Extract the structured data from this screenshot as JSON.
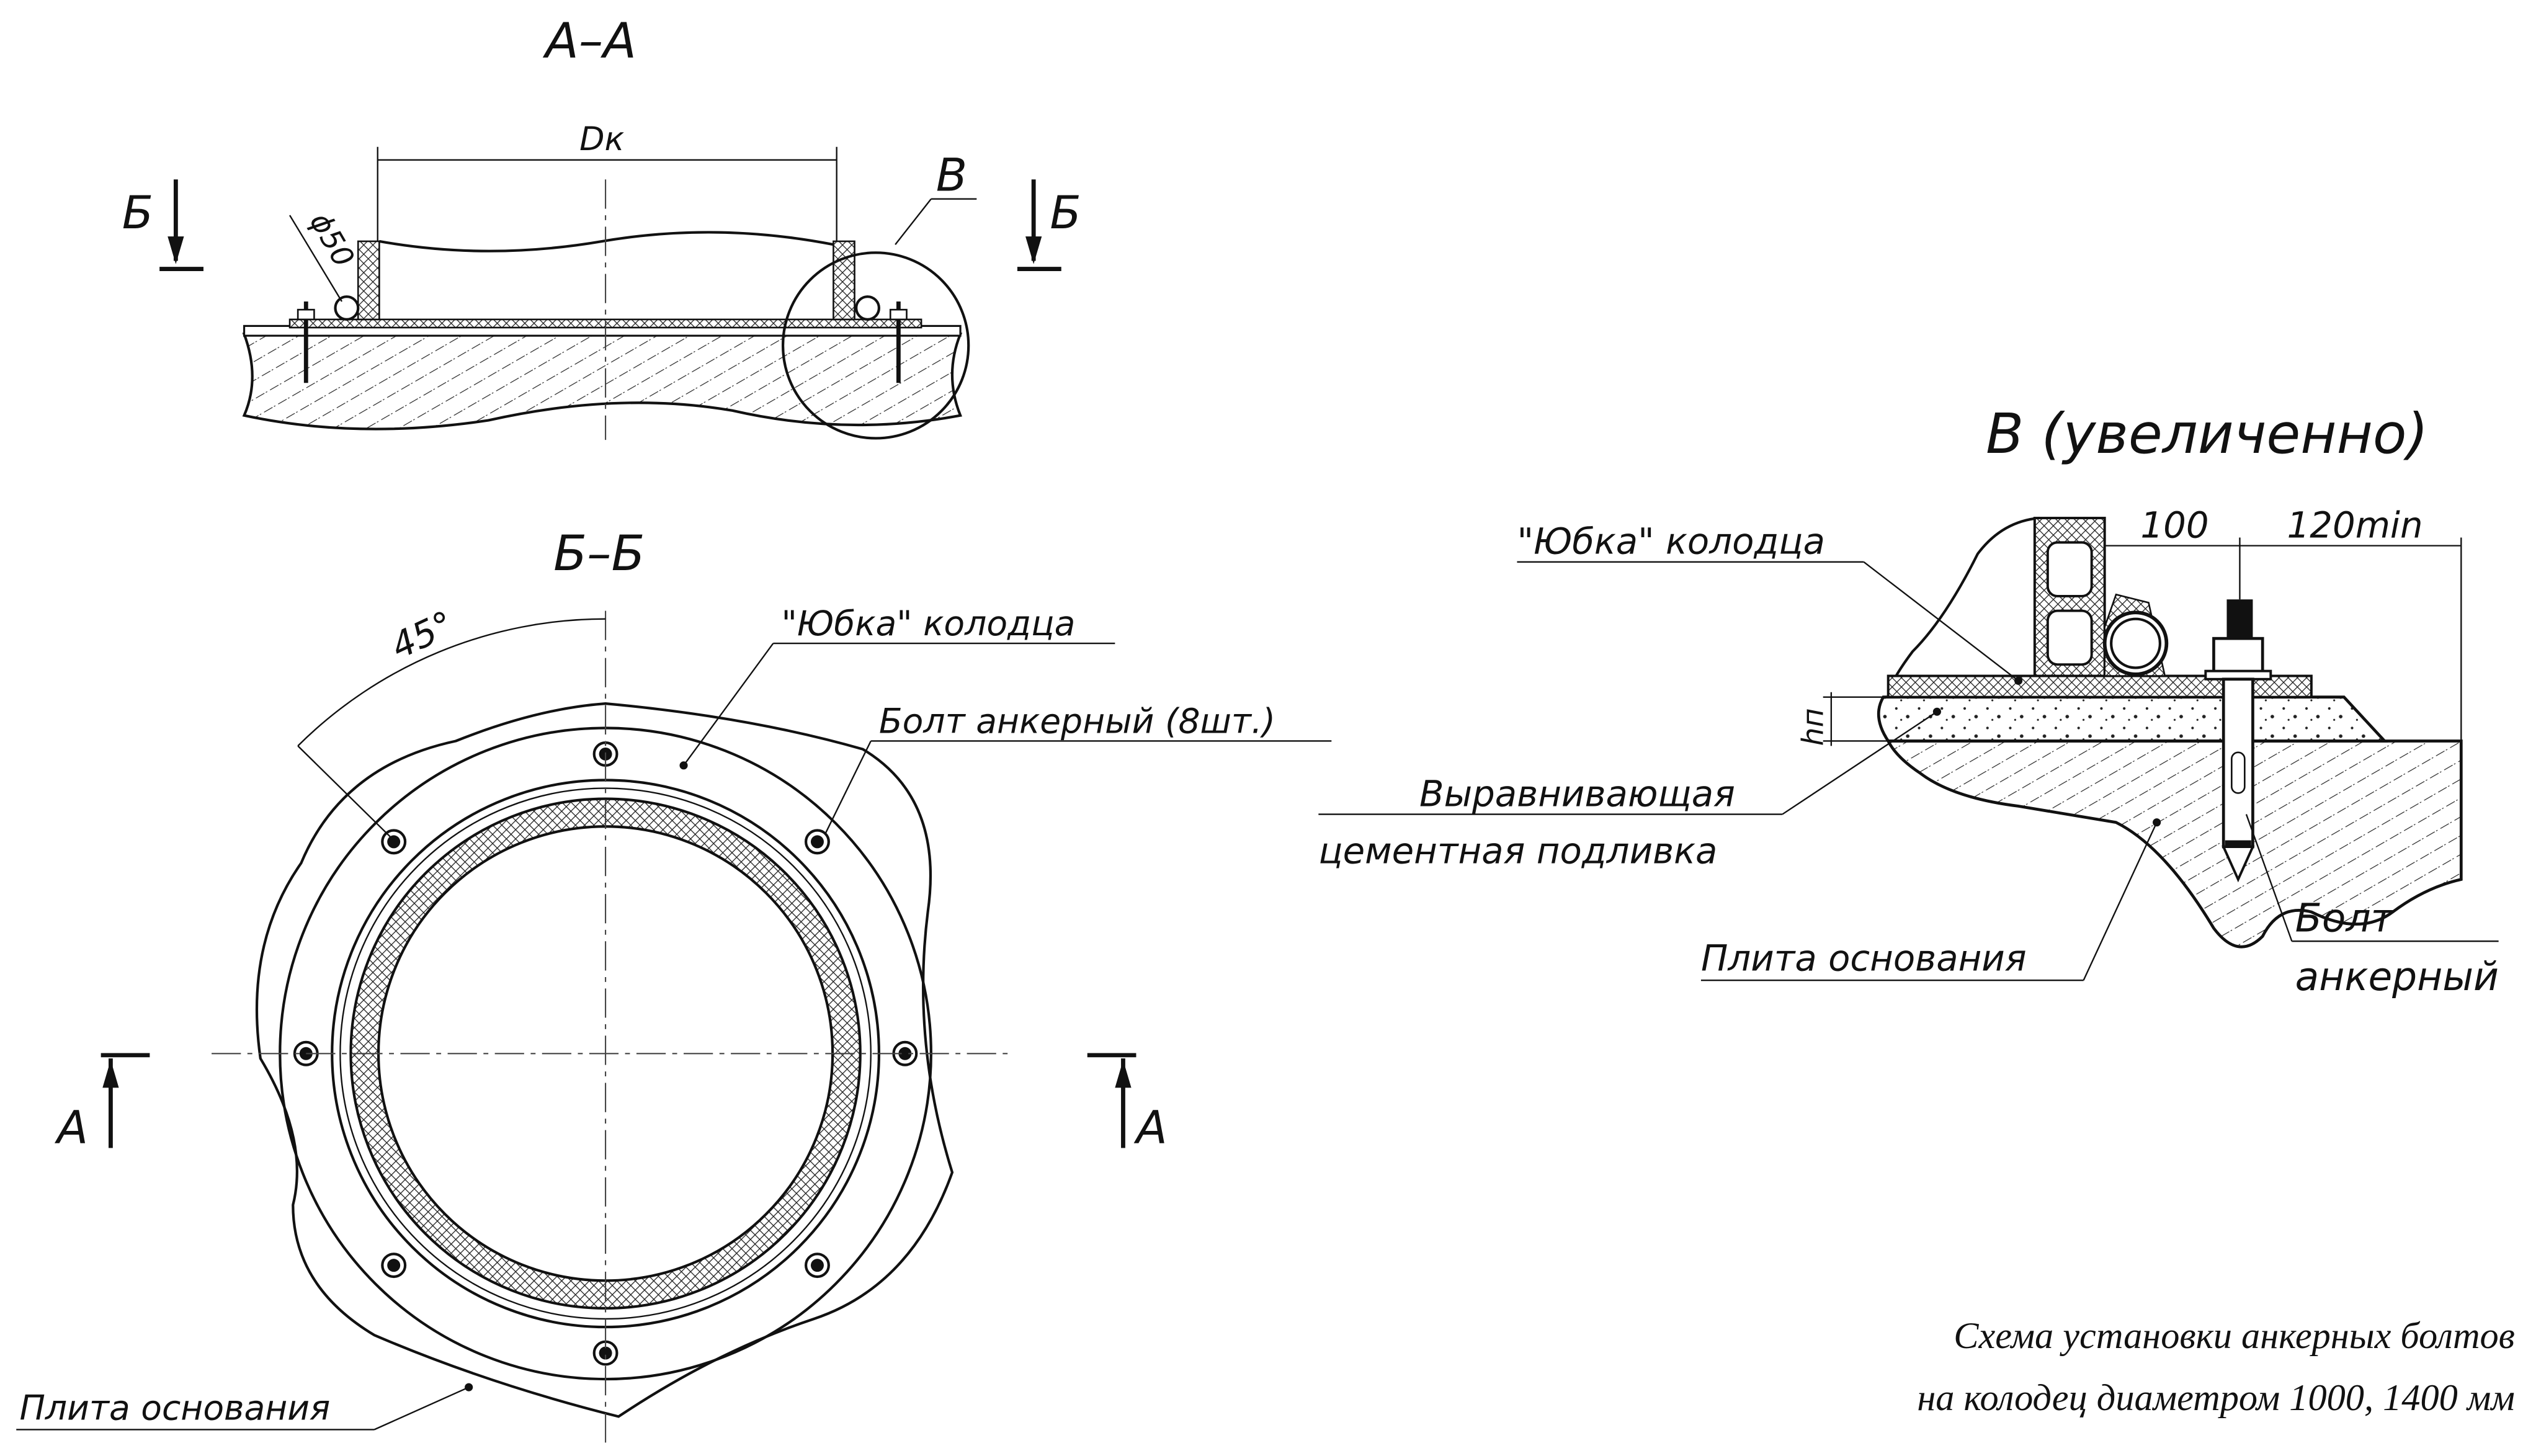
{
  "section_aa": {
    "title": "А–А",
    "dim_label": "Dк",
    "pipe_label": "ϕ50",
    "cut_left": "Б",
    "cut_right": "Б",
    "detail_ref": "В"
  },
  "section_bb": {
    "title": "Б–Б",
    "angle_label": "45°",
    "skirt_label": "\"Юбка\" колодца",
    "bolt_label": "Болт анкерный (8шт.)",
    "plate_label": "Плита основания",
    "cut_left": "А",
    "cut_right": "А"
  },
  "detail_v": {
    "title": "В (увеличенно)",
    "skirt_label": "\"Юбка\" колодца",
    "dim_100": "100",
    "dim_120": "120min",
    "dim_h": "hп",
    "grout_label_1": "Выравнивающая",
    "grout_label_2": "цементная подливка",
    "plate_label": "Плита основания",
    "bolt_label_1": "Болт",
    "bolt_label_2": "анкерный"
  },
  "caption": {
    "line1": "Схема установки анкерных болтов",
    "line2": "на колодец диаметром 1000, 1400 мм"
  }
}
